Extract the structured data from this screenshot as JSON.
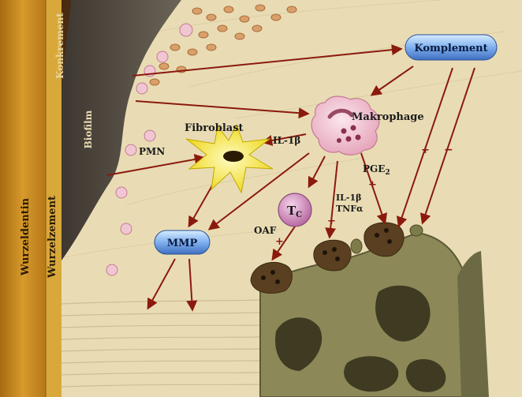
{
  "labels": {
    "wurzeldentin": "Wurzeldentin",
    "wurzelzement": "Wurzelzement",
    "konkrement": "Konkrement",
    "biofilm": "Biofilm",
    "pmn": "PMN",
    "fibroblast": "Fibroblast",
    "il1b": "IL-1β",
    "makrophage": "Makrophage",
    "komplement": "Komplement",
    "pge2_main": "PGE",
    "pge2_sub": "2",
    "tc_main": "T",
    "tc_sub": "C",
    "il1b_tnf_line1": "IL-1β",
    "il1b_tnf_line2": "TNFα",
    "oaf": "OAF",
    "mmp": "MMP"
  },
  "signs": {
    "plus": "+",
    "minus": "−"
  },
  "colors": {
    "background": "#e9dcb4",
    "dentin": "#c98a1e",
    "cementum": "#d9a83b",
    "biofilm": "#5b5448",
    "bone": "#8c8858",
    "arrow": "#8b1a0e",
    "capsule": "#7fb0ee",
    "macrophage": "#f0c6d3",
    "tcell": "#d99ac8",
    "fibroblast": "#f5e52a"
  }
}
